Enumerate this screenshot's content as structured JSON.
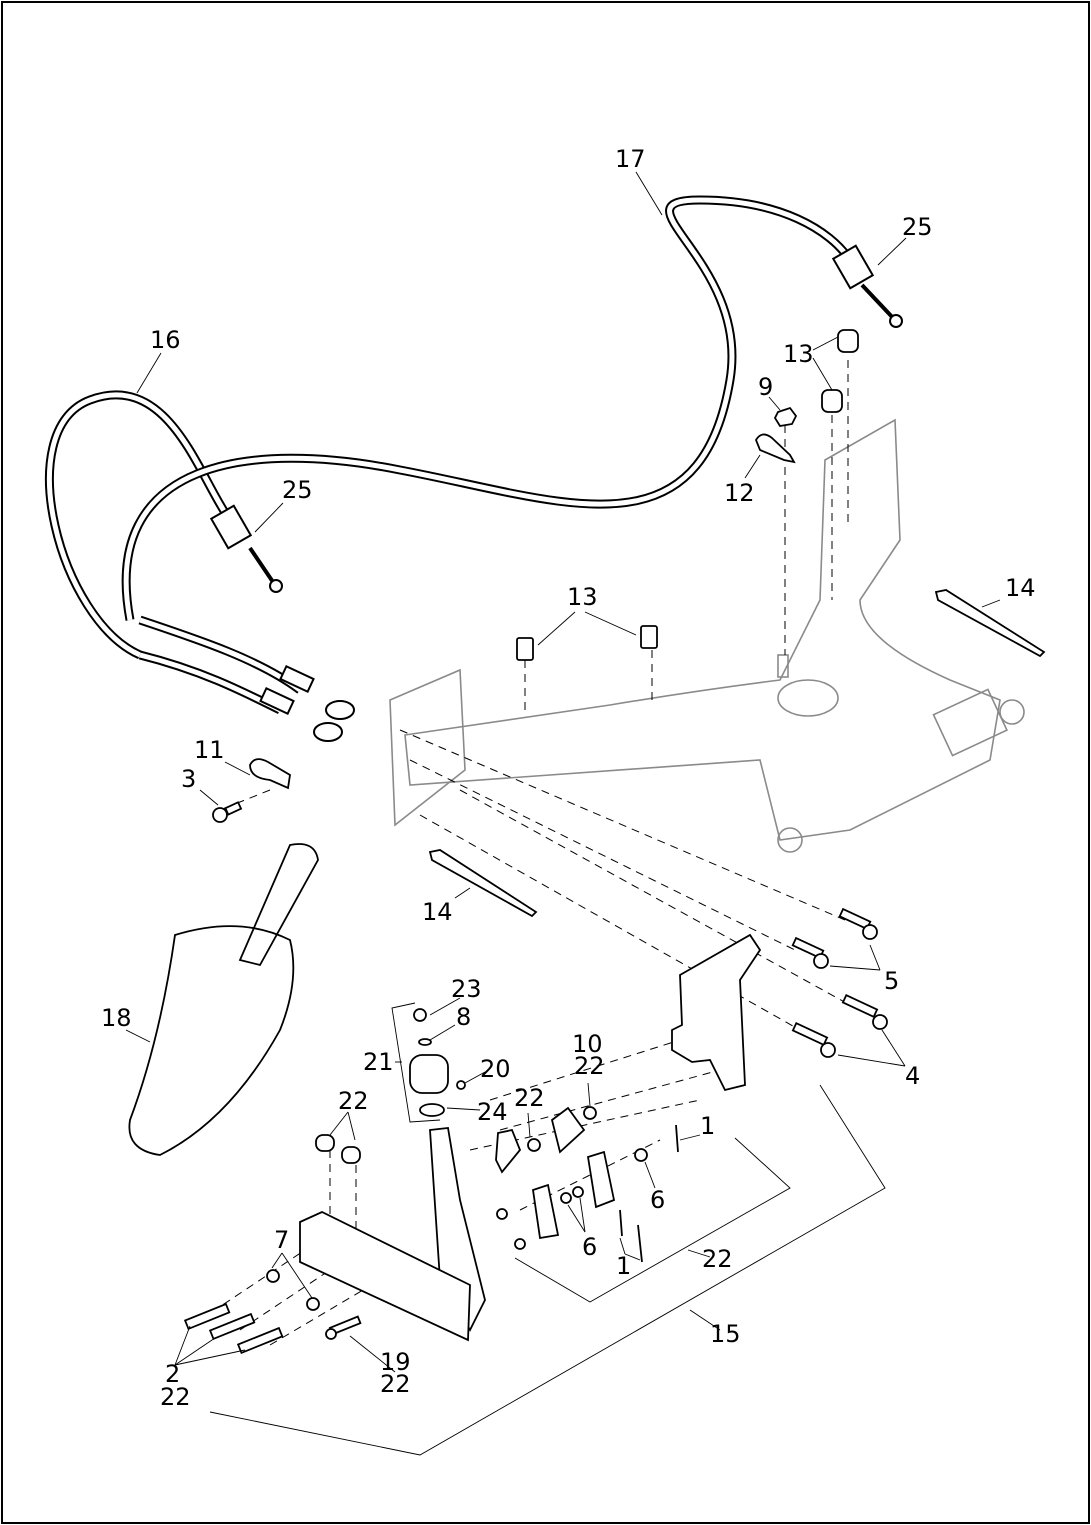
{
  "title": "Exploded parts diagram: hand control cable bracket assembly",
  "colors": {
    "line": "#000000",
    "ghost": "#8a8a8a",
    "background": "#ffffff"
  },
  "callouts": [
    {
      "id": "c17",
      "text": "17"
    },
    {
      "id": "c25a",
      "text": "25"
    },
    {
      "id": "c16",
      "text": "16"
    },
    {
      "id": "c25b",
      "text": "25"
    },
    {
      "id": "c13a",
      "text": "13"
    },
    {
      "id": "c9",
      "text": "9"
    },
    {
      "id": "c12",
      "text": "12"
    },
    {
      "id": "c14a",
      "text": "14"
    },
    {
      "id": "c13b",
      "text": "13"
    },
    {
      "id": "c11",
      "text": "11"
    },
    {
      "id": "c3",
      "text": "3"
    },
    {
      "id": "c14b",
      "text": "14"
    },
    {
      "id": "c5",
      "text": "5"
    },
    {
      "id": "c4",
      "text": "4"
    },
    {
      "id": "c18",
      "text": "18"
    },
    {
      "id": "c23",
      "text": "23"
    },
    {
      "id": "c8",
      "text": "8"
    },
    {
      "id": "c21",
      "text": "21"
    },
    {
      "id": "c20",
      "text": "20"
    },
    {
      "id": "c24",
      "text": "24"
    },
    {
      "id": "c10",
      "text": "10"
    },
    {
      "id": "c22a",
      "text": "22"
    },
    {
      "id": "c22b",
      "text": "22"
    },
    {
      "id": "c22c",
      "text": "22"
    },
    {
      "id": "c1a",
      "text": "1"
    },
    {
      "id": "c6a",
      "text": "6"
    },
    {
      "id": "c6b",
      "text": "6"
    },
    {
      "id": "c1b",
      "text": "1"
    },
    {
      "id": "c22d",
      "text": "22"
    },
    {
      "id": "c7",
      "text": "7"
    },
    {
      "id": "c15",
      "text": "15"
    },
    {
      "id": "c19",
      "text": "19"
    },
    {
      "id": "c22e",
      "text": "22"
    },
    {
      "id": "c2",
      "text": "2"
    },
    {
      "id": "c22f",
      "text": "22"
    }
  ]
}
